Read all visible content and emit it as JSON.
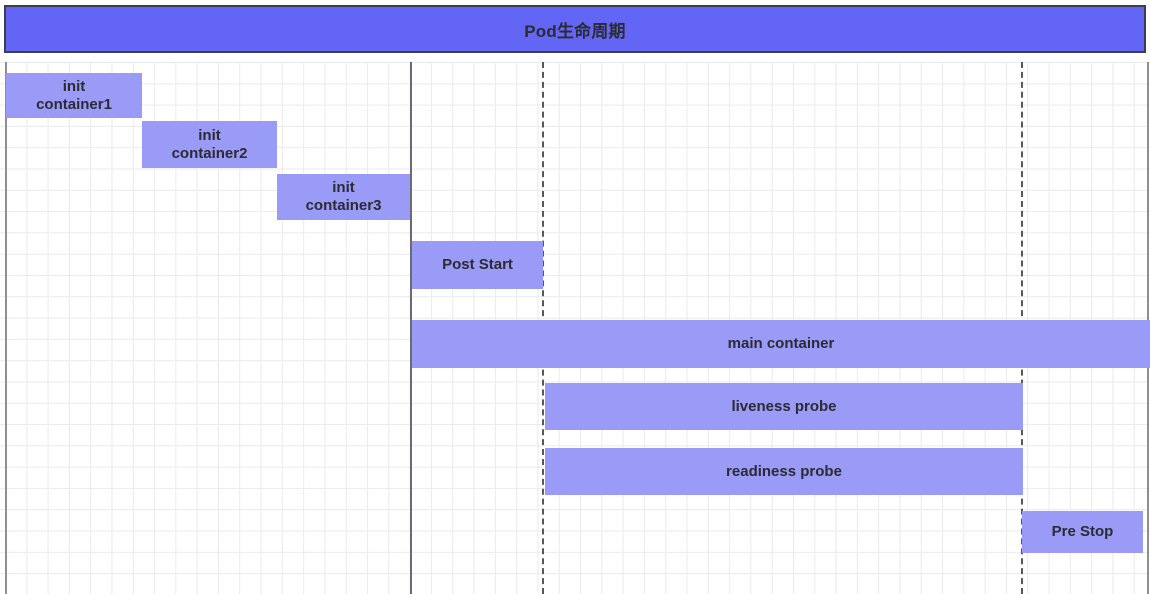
{
  "header": {
    "title": "Pod生命周期",
    "fill_color": "#6366f5",
    "border_color": "#3d3d52"
  },
  "canvas": {
    "bar_fill_color": "#9a9af7",
    "grid_line_color": "#eceaea",
    "guide_line_color": "#57575f",
    "text_color": "#2b2b33"
  },
  "phases": [
    {
      "id": "init-container-1",
      "label": "init\ncontainer1"
    },
    {
      "id": "init-container-2",
      "label": "init\ncontainer2"
    },
    {
      "id": "init-container-3",
      "label": "init\ncontainer3"
    },
    {
      "id": "post-start",
      "label": "Post Start"
    },
    {
      "id": "main-container",
      "label": "main container"
    },
    {
      "id": "liveness-probe",
      "label": "liveness probe"
    },
    {
      "id": "readiness-probe",
      "label": "readiness probe"
    },
    {
      "id": "pre-stop",
      "label": "Pre Stop"
    }
  ],
  "chart_data": {
    "type": "bar",
    "title": "Pod生命周期",
    "xlabel": "",
    "ylabel": "",
    "orientation": "horizontal",
    "grid": true,
    "legend": "none",
    "xlim": [
      0,
      1150
    ],
    "note": "Gantt-style timeline of Kubernetes Pod lifecycle stages; x values are pixel positions on the 1150px wide timeline",
    "categories": [
      "init container1",
      "init container2",
      "init container3",
      "Post Start",
      "main container",
      "liveness probe",
      "readiness probe",
      "Pre Stop"
    ],
    "spans": [
      {
        "label": "init container1",
        "start": 6,
        "end": 142
      },
      {
        "label": "init container2",
        "start": 142,
        "end": 277
      },
      {
        "label": "init container3",
        "start": 277,
        "end": 410
      },
      {
        "label": "Post Start",
        "start": 412,
        "end": 543
      },
      {
        "label": "main container",
        "start": 412,
        "end": 1150
      },
      {
        "label": "liveness probe",
        "start": 545,
        "end": 1023
      },
      {
        "label": "readiness probe",
        "start": 545,
        "end": 1023
      },
      {
        "label": "Pre Stop",
        "start": 1022,
        "end": 1143
      }
    ],
    "markers": [
      {
        "name": "init-containers-end",
        "x": 410,
        "style": "solid"
      },
      {
        "name": "post-start-end",
        "x": 542,
        "style": "dashed"
      },
      {
        "name": "pre-stop-begin",
        "x": 1021,
        "style": "dashed"
      }
    ]
  }
}
